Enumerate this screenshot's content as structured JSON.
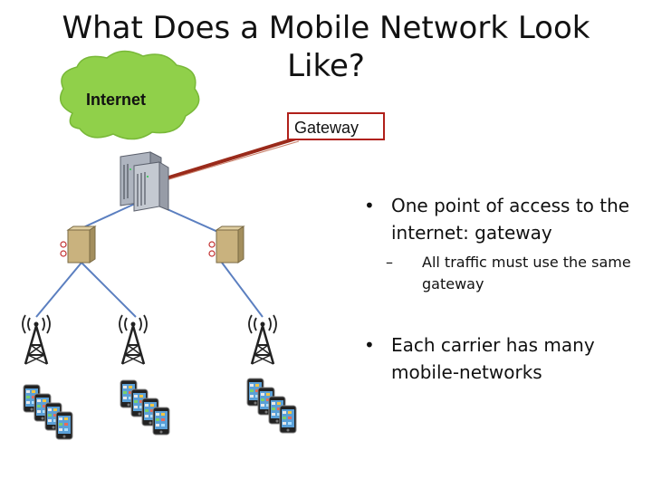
{
  "title": "What Does a Mobile Network Look Like?",
  "diagram": {
    "internet_label": "Internet",
    "gateway_label": "Gateway"
  },
  "bullets": [
    {
      "text": "One point of access to the internet: gateway",
      "sub": [
        "All traffic must use the same gateway"
      ]
    },
    {
      "text": "Each carrier has many mobile-networks",
      "sub": []
    }
  ],
  "colors": {
    "cloud": "#90d04a",
    "link": "#5b7fc0",
    "gateway_line": "#9a2a1a",
    "gateway_box_border": "#b0201a"
  }
}
